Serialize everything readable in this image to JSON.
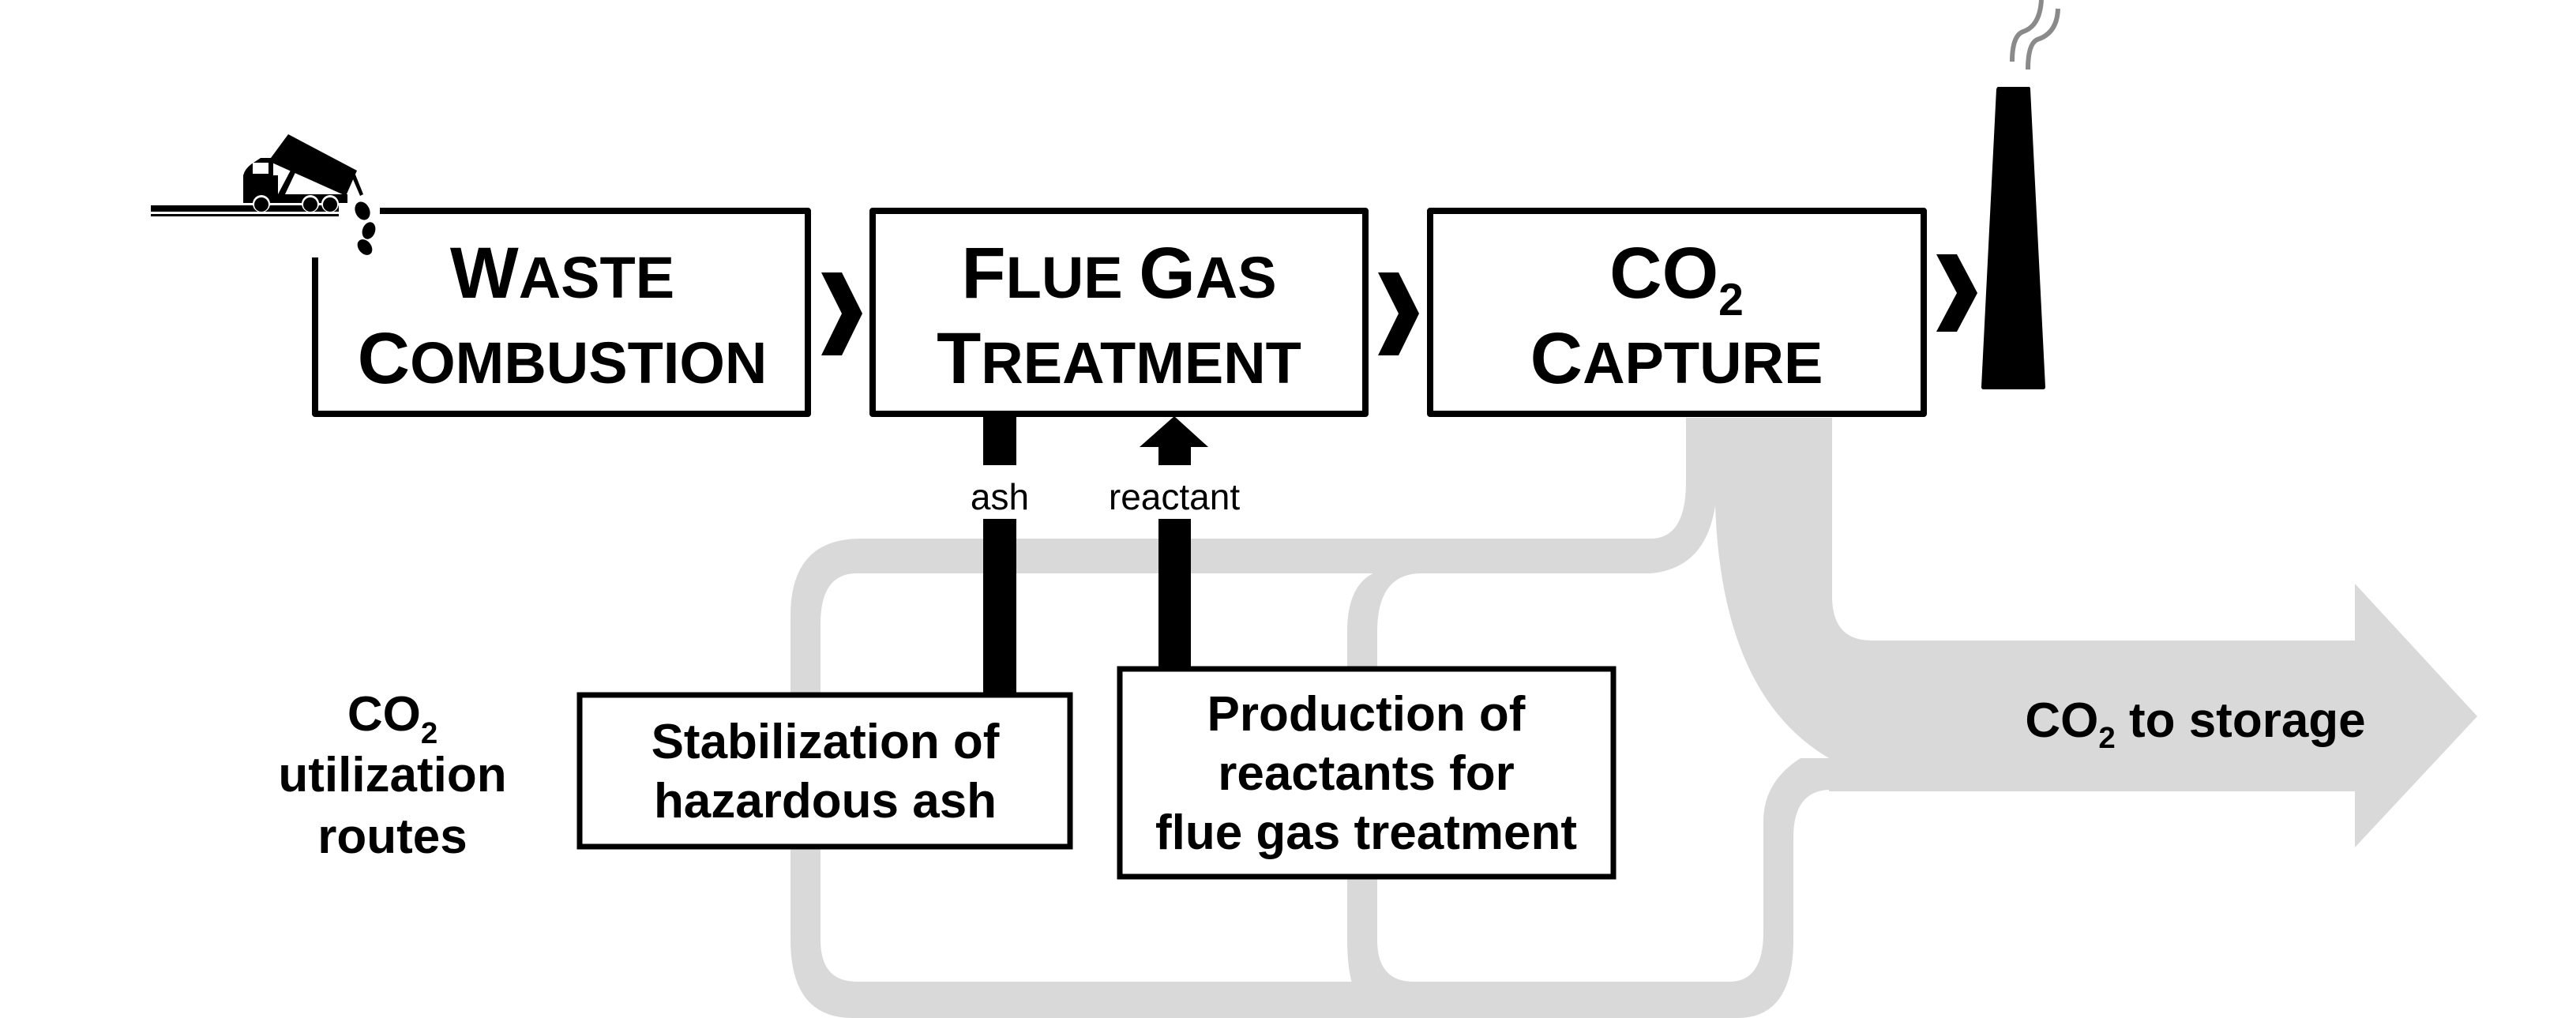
{
  "diagram": {
    "title": "Waste incineration process with CO2 capture and utilization routes",
    "colors": {
      "stroke": "#000000",
      "pipe_grey": "#d9d9d9",
      "smoke_grey": "#8a8a8a",
      "background": "#ffffff"
    },
    "process_boxes": [
      {
        "id": "waste-combustion",
        "line1_initial": "W",
        "line1_rest": "ASTE",
        "line2_initial": "C",
        "line2_rest": "OMBUSTION"
      },
      {
        "id": "flue-gas-treatment",
        "line1_initial": "F",
        "line1_rest": "LUE ",
        "line1_initial2": "G",
        "line1_rest2": "AS",
        "line2_initial": "T",
        "line2_rest": "REATMENT"
      },
      {
        "id": "co2-capture",
        "line1_main": "CO",
        "line1_sub": "2",
        "line2_initial": "C",
        "line2_rest": "APTURE"
      }
    ],
    "flow_labels": {
      "ash": "ash",
      "reactant": "reactant"
    },
    "utilization_label": {
      "line1_main": "CO",
      "line1_sub": "2",
      "line2": "utilization",
      "line3": "routes"
    },
    "route_boxes": [
      {
        "id": "stabilization",
        "lines": [
          "Stabilization of",
          "hazardous ash"
        ]
      },
      {
        "id": "production",
        "lines": [
          "Production of",
          "reactants for",
          "flue gas treatment"
        ]
      }
    ],
    "storage_arrow": {
      "main": "CO",
      "sub": "2",
      "rest": " to storage"
    },
    "icons": [
      "dump-truck-icon",
      "road-icon",
      "waste-bags-icon",
      "chevron-right-icon",
      "chimney-icon",
      "smoke-icon"
    ]
  }
}
